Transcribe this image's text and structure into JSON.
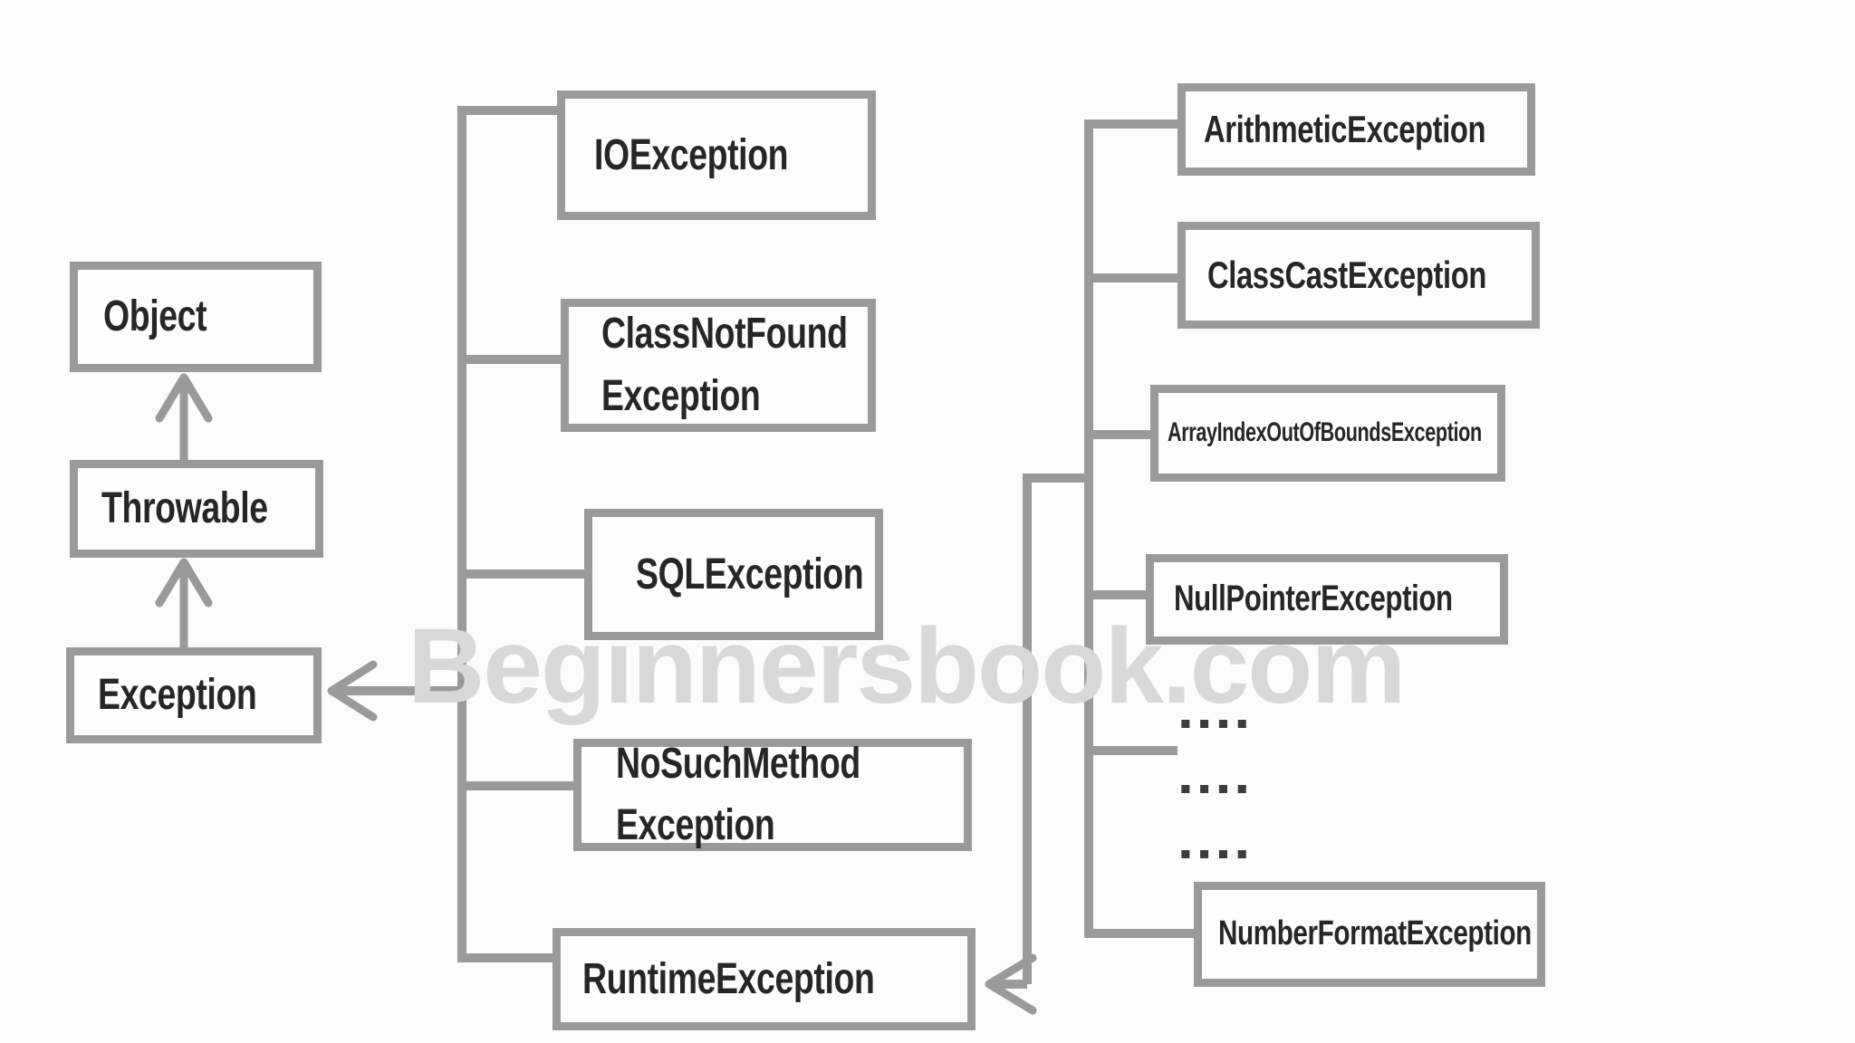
{
  "diagram": {
    "watermark": "Beginnersbook.com",
    "colors": {
      "line": "#9a9a9a",
      "box_border": "#9a9a9a",
      "box_background": "#fdfdfd",
      "text": "#262626",
      "watermark": "#d8d8d8",
      "canvas_background": "#fcfcfc"
    },
    "nodes": {
      "object": {
        "label": "Object"
      },
      "throwable": {
        "label": "Throwable"
      },
      "exception": {
        "label": "Exception"
      },
      "io_exception": {
        "label": "IOException"
      },
      "class_not_found_exception": {
        "line1": "ClassNotFound",
        "line2": "Exception"
      },
      "sql_exception": {
        "label": "SQLException"
      },
      "no_such_method_exception": {
        "line1": "NoSuchMethod",
        "line2": "Exception"
      },
      "runtime_exception": {
        "label": "RuntimeException"
      },
      "arithmetic_exception": {
        "label": "ArithmeticException"
      },
      "class_cast_exception": {
        "label": "ClassCastException"
      },
      "array_index_out_of_bounds_exception": {
        "label": "ArrayIndexOutOfBoundsException"
      },
      "null_pointer_exception": {
        "label": "NullPointerException"
      },
      "ellipsis_rows": {
        "row1": "....",
        "row2": "....",
        "row3": "...."
      },
      "number_format_exception": {
        "label": "NumberFormatException"
      }
    },
    "relations_note": "Object <- Throwable <- Exception; Exception <- {IOException, ClassNotFoundException, SQLException, NoSuchMethodException, RuntimeException}; RuntimeException <- {ArithmeticException, ClassCastException, ArrayIndexOutOfBoundsException, NullPointerException, ..., NumberFormatException}"
  }
}
